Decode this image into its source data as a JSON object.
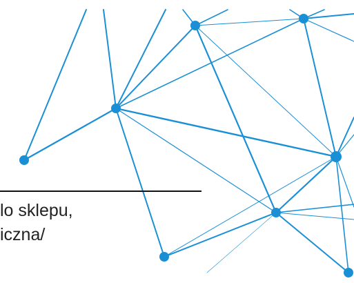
{
  "text": {
    "line_1": "lo sklepu,",
    "line_2": "iczna/"
  },
  "graphic": {
    "name": "network-graphic",
    "line_color": "#1a8fd6",
    "node_color": "#1a8fd6",
    "rule_color": "#111111"
  }
}
